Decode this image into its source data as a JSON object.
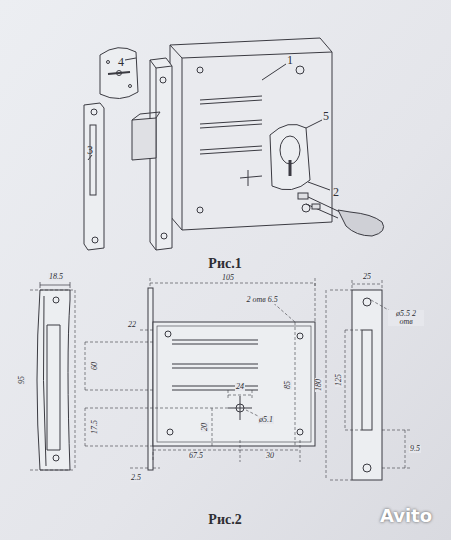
{
  "diagram": {
    "labels": [
      "4",
      "1",
      "3",
      "5",
      "2",
      "Рис.1",
      "18.5",
      "105",
      "22",
      "2 отв 6.5",
      "95",
      "60",
      "85",
      "24",
      "20",
      "ø5.1",
      "17.5",
      "67.5",
      "30",
      "2.5",
      "25",
      "ø5.5 2 отв",
      "180",
      "125",
      "9.5",
      "Рис.2",
      "Avito"
    ]
  }
}
